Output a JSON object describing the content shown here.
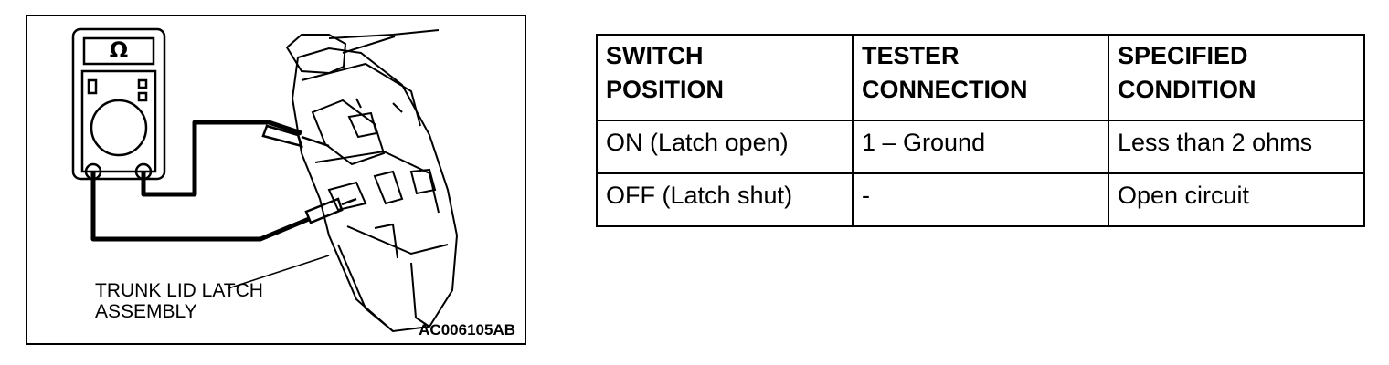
{
  "figure": {
    "part_label": "TRUNK LID LATCH ASSEMBLY",
    "part_label_line1": "TRUNK LID LATCH",
    "part_label_line2": "ASSEMBLY",
    "figure_code": "AC006105AB",
    "meter_symbol": "Ω",
    "meter_icon": "ohmmeter-icon"
  },
  "table": {
    "headers": [
      {
        "line1": "SWITCH",
        "line2": "POSITION"
      },
      {
        "line1": "TESTER",
        "line2": "CONNECTION"
      },
      {
        "line1": "SPECIFIED",
        "line2": "CONDITION"
      }
    ],
    "rows": [
      [
        "ON (Latch open)",
        "1 – Ground",
        "Less than 2 ohms"
      ],
      [
        "OFF (Latch shut)",
        "-",
        "Open circuit"
      ]
    ]
  }
}
